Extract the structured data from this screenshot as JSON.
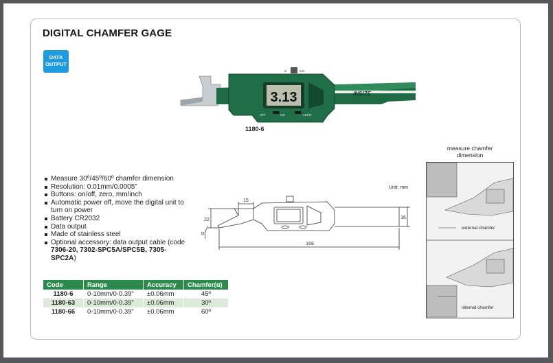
{
  "title": "DIGITAL CHAMFER GAGE",
  "badge": {
    "line1": "DATA",
    "line2": "OUTPUT"
  },
  "photo": {
    "model": "1180-6",
    "display_value": "3.13",
    "brand": "INSIZE",
    "labels": {
      "in": "in",
      "mm": "mm",
      "off": "OFF",
      "on": "ON",
      "zero": "ZERO"
    }
  },
  "features": [
    "Measure 30º/45º/60º chamfer dimension",
    "Resolution: 0.01mm/0.0005\"",
    "Buttons: on/off, zero, mm/inch",
    "Automatic power off, move the digital unit to turn on power",
    "Battery CR2032",
    "Data output",
    "Made of stainless steel"
  ],
  "accessory": {
    "prefix": "Optional accessory: data output cable (code ",
    "codes": "7306-20, 7302-SPC5A/SPC5B, 7305-SPC2A",
    "suffix": ")"
  },
  "table": {
    "headers": [
      "Code",
      "Range",
      "Accuracy",
      "Chamfer(α)"
    ],
    "rows": [
      {
        "code": "1180-6",
        "range": "0-10mm/0-0.39\"",
        "accuracy": "±0.06mm",
        "chamfer": "45º"
      },
      {
        "code": "1180-63",
        "range": "0-10mm/0-0.39\"",
        "accuracy": "±0.06mm",
        "chamfer": "30º"
      },
      {
        "code": "1180-66",
        "range": "0-10mm/0-0.39\"",
        "accuracy": "±0.06mm",
        "chamfer": "60º"
      }
    ]
  },
  "drawing": {
    "unit": "Unit: mm",
    "dim_top": "15",
    "dim_height": "22",
    "dim_right": "16",
    "dim_length": "168",
    "dim_angle": "α"
  },
  "measure": {
    "caption": "measure chamfer dimension",
    "external": "external chamfer",
    "internal": "internal chamfer"
  },
  "colors": {
    "accent_green": "#2c8a4c",
    "body_green": "#1e6b45",
    "badge_blue": "#1e9be0"
  }
}
